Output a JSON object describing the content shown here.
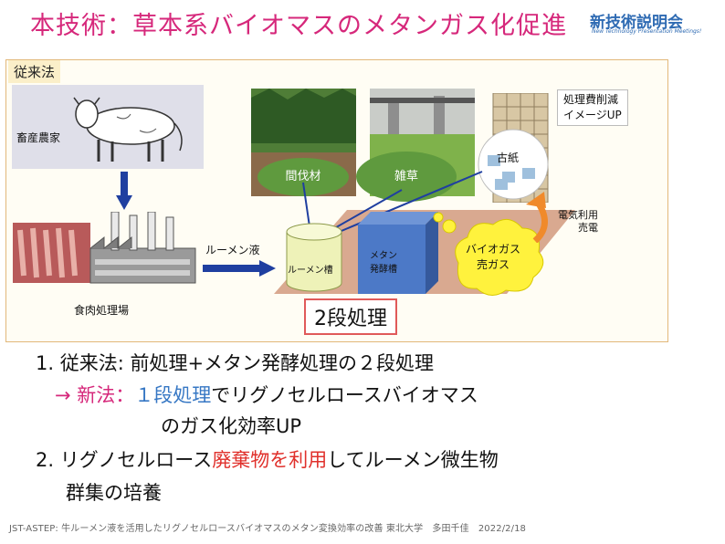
{
  "title": "本技術：草本系バイオマスのメタンガス化促進",
  "logo": {
    "main": "新技術説明会",
    "sub": "New Technology Presentation Meetings!"
  },
  "diagram": {
    "conventional_label": "従来法",
    "farm_label": "畜産農家",
    "meat_plant_label": "食肉処理場",
    "rumen_fluid_label": "ルーメン液",
    "thinned_wood_label": "間伐材",
    "weeds_label": "雑草",
    "waste_paper_label": "古紙",
    "callout_lines": [
      "処理費削減",
      "イメージUP"
    ],
    "rumen_tank_label": "ルーメン槽",
    "methane_tank_lines": [
      "メタン",
      "発酵槽"
    ],
    "biogas_lines": [
      "バイオガス",
      "売ガス"
    ],
    "electricity_lines": [
      "電気利用",
      "売電"
    ],
    "two_stage_label": "2段処理"
  },
  "points": {
    "p1": "1. 従来法: 前処理+メタン発酵処理の２段処理",
    "p1b_arrow": "→ 新法：",
    "p1b_highlight": "１段処理",
    "p1b_rest": "でリグノセルロースバイオマス",
    "p1c": "のガス化効率UP",
    "p2_a": "2. リグノセルロース",
    "p2_highlight": "廃棄物を利用",
    "p2_b": "してルーメン微生物",
    "p2_c": "群集の培養"
  },
  "footer": "JST-ASTEP: 牛ルーメン液を活用したリグノセルロースバイオマスのメタン変換効率の改善 東北大学　多田千佳　2022/2/18",
  "colors": {
    "title": "#d6287b",
    "frame_border": "#e2b87a",
    "arrow_blue": "#1f3fa0",
    "platform": "#d9a990",
    "tank_fill": "#eef2b8",
    "methane_box": "#4c79c7",
    "cloud": "#fff23d",
    "highlight_red": "#e0302b",
    "highlight_blue": "#3677c4"
  }
}
